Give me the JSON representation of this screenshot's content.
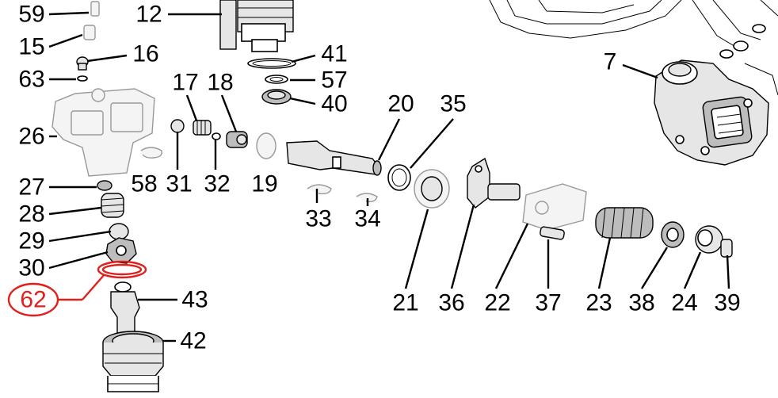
{
  "labels": {
    "l59": "59",
    "l15": "15",
    "l16": "16",
    "l63": "63",
    "l12": "12",
    "l41": "41",
    "l57": "57",
    "l40": "40",
    "l7": "7",
    "l17": "17",
    "l18": "18",
    "l20": "20",
    "l35": "35",
    "l26": "26",
    "l58": "58",
    "l31": "31",
    "l32": "32",
    "l19": "19",
    "l27": "27",
    "l28": "28",
    "l33": "33",
    "l34": "34",
    "l29": "29",
    "l30": "30",
    "l62": "62",
    "l43": "43",
    "l42": "42",
    "l21": "21",
    "l36": "36",
    "l22": "22",
    "l37": "37",
    "l23": "23",
    "l38": "38",
    "l24": "24",
    "l39": "39"
  },
  "highlight": {
    "part": "62",
    "color": "#e0201c"
  }
}
